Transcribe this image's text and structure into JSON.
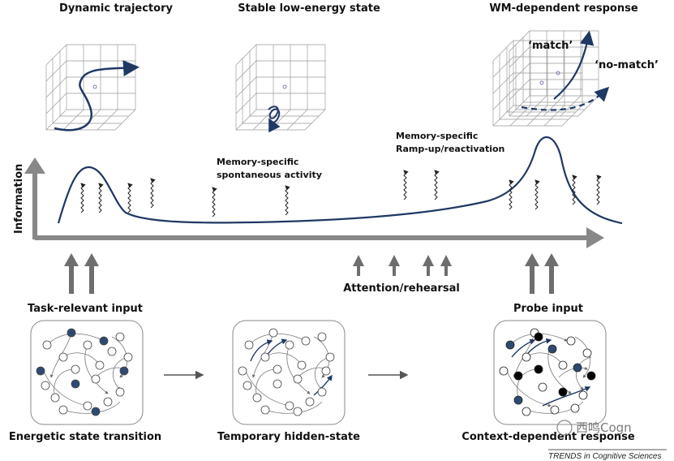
{
  "panels": {
    "dynamic_title": "Dynamic trajectory",
    "stable_title": "Stable low-energy state",
    "wm_title": "WM-dependent response",
    "match_label": "‘match’",
    "nomatch_label": "‘no-match’"
  },
  "annotations": {
    "spontaneous_line1": "Memory-specific",
    "spontaneous_line2": "spontaneous activity",
    "rampup_line1": "Memory-specific",
    "rampup_line2": "Ramp-up/reactivation"
  },
  "axis": {
    "ylabel": "Information"
  },
  "inputs": {
    "task_relevant": "Task-relevant input",
    "attention": "Attention/rehearsal",
    "probe": "Probe input"
  },
  "states": {
    "energetic": "Energetic state transition",
    "hidden": "Temporary hidden-state",
    "context": "Context-dependent response"
  },
  "footer": {
    "credit": "TRENDS in Cognitive Sciences",
    "watermark": "西鸣Cogn"
  },
  "colors": {
    "curve": "#1f3864",
    "node_fill_active": "#2f4a70",
    "node_fill_black": "#000000",
    "arrow_gray": "#6e6e6e"
  }
}
